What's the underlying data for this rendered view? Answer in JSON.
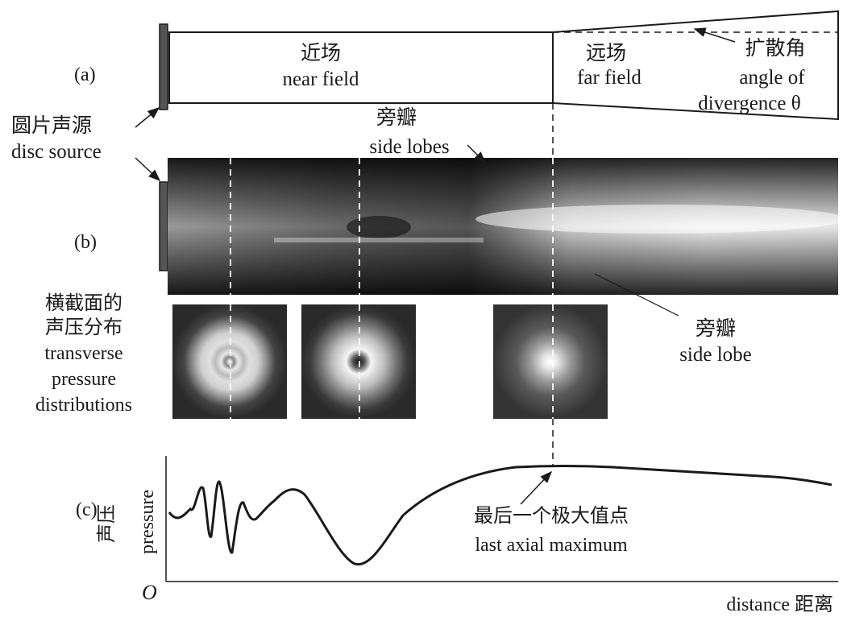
{
  "panel_a": {
    "tag": "(a)",
    "near_field_zh": "近场",
    "near_field_en": "near field",
    "far_field_zh": "远场",
    "far_field_en": "far field",
    "divergence_zh": "扩散角",
    "divergence_en_1": "angle of",
    "divergence_en_2": "divergence θ"
  },
  "disc_source": {
    "zh": "圆片声源",
    "en": "disc source"
  },
  "panel_b": {
    "tag": "(b)",
    "side_lobes_zh": "旁瓣",
    "side_lobes_en": "side lobes",
    "side_lobe_zh": "旁瓣",
    "side_lobe_en": "side lobe"
  },
  "transverse": {
    "zh_1": "横截面的",
    "zh_2": "声压分布",
    "en_1": "transverse",
    "en_2": "pressure",
    "en_3": "distributions"
  },
  "panel_c": {
    "tag": "(c)",
    "ylabel_zh": "声压",
    "ylabel_en": "pressure",
    "origin": "O",
    "xlabel": "distance 距离",
    "last_max_zh": "最后一个极大值点",
    "last_max_en": "last axial maximum"
  },
  "colors": {
    "ink": "#1a1a1a",
    "beam_dark": "#2a2a2a",
    "beam_bright": "#f2f2f2"
  }
}
